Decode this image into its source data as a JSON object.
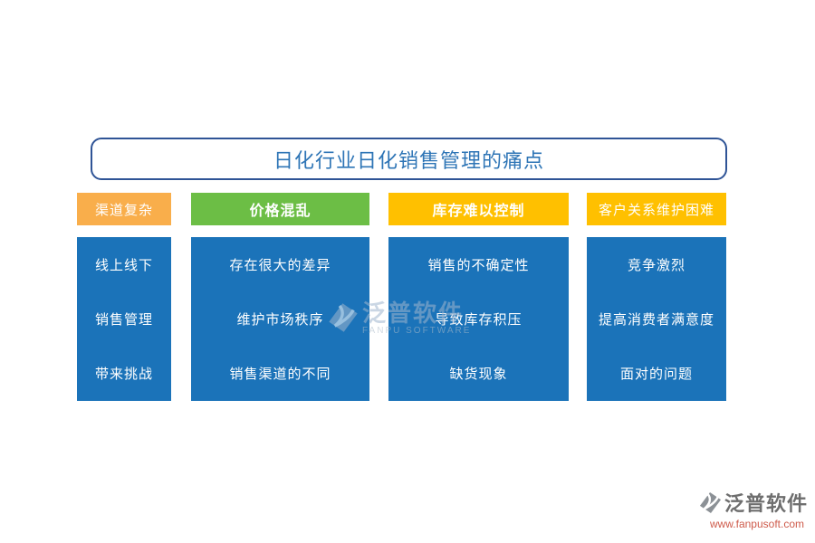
{
  "title": {
    "text": "日化行业日化销售管理的痛点"
  },
  "columns": [
    {
      "header": "渠道复杂",
      "header_color": "#F9AE4B",
      "items": [
        "线上线下",
        "销售管理",
        "带来挑战"
      ]
    },
    {
      "header": "价格混乱",
      "header_color": "#6CBE45",
      "items": [
        "存在很大的差异",
        "维护市场秩序",
        "销售渠道的不同"
      ]
    },
    {
      "header": "库存难以控制",
      "header_color": "#FFC000",
      "items": [
        "销售的不确定性",
        "导致库存积压",
        "缺货现象"
      ]
    },
    {
      "header": "客户关系维护困难",
      "header_color": "#FFC000",
      "items": [
        "竞争激烈",
        "提高消费者满意度",
        "面对的问题"
      ]
    }
  ],
  "watermark": {
    "name": "泛普软件",
    "subtitle": "FANPU SOFTWARE"
  },
  "footer_logo": {
    "name": "泛普软件",
    "url": "www.fanpusoft.com"
  },
  "colors": {
    "column_body_blue": "#1B73B9",
    "title_border_blue": "#2F5496",
    "title_text_blue": "#2E75B6",
    "header_orange": "#F9AE4B",
    "header_green": "#6CBE45",
    "header_gold": "#FFC000"
  }
}
